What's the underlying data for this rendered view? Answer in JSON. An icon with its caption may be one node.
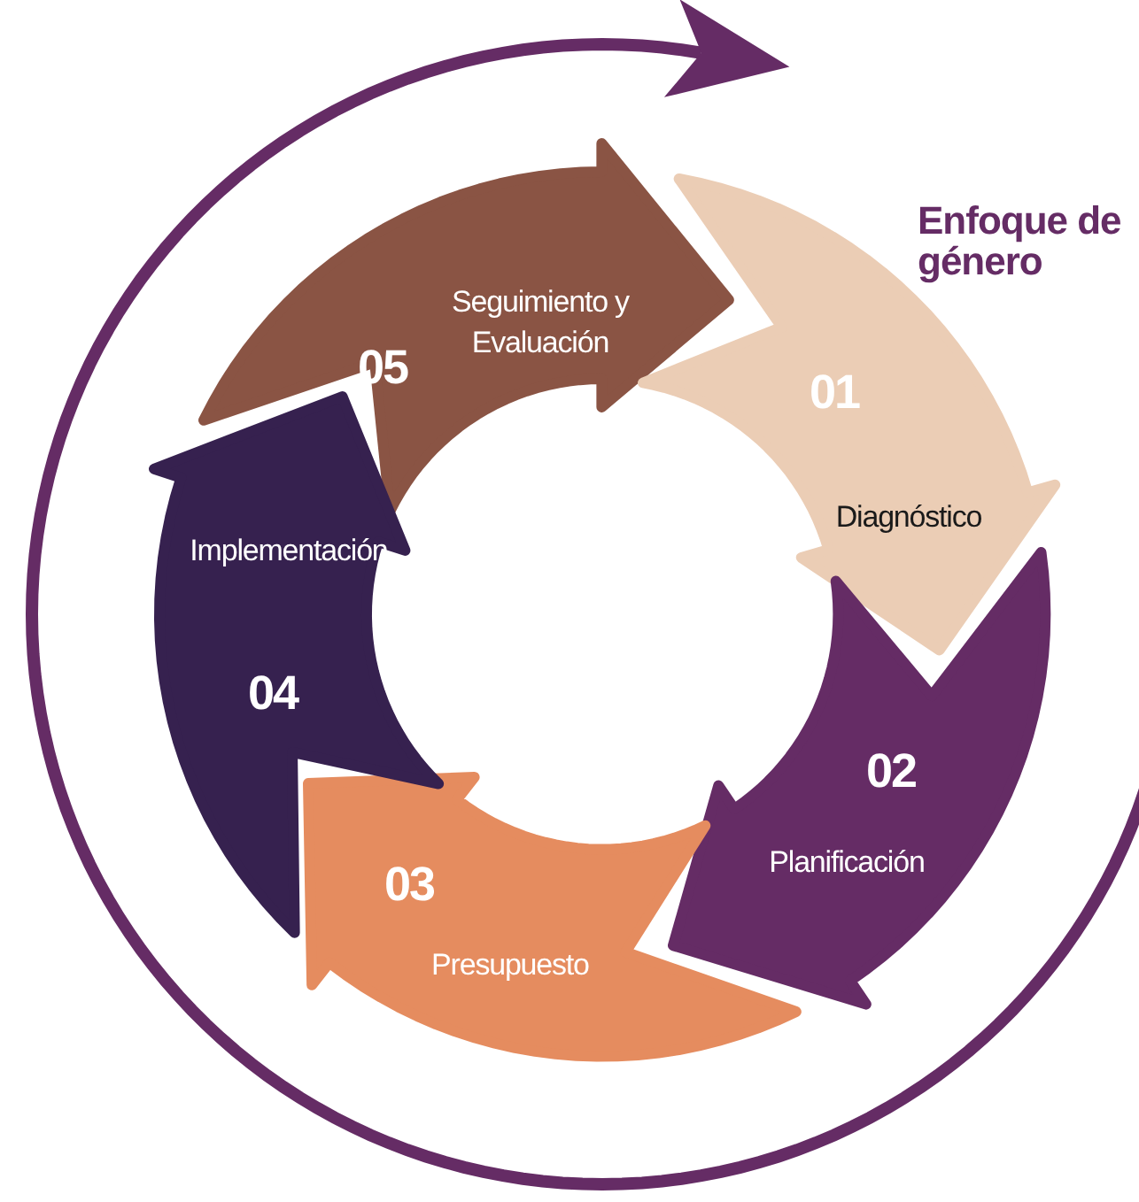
{
  "diagram": {
    "nodes": [
      {
        "text": [
          "05",
          "Seguimiento y Evaluación"
        ]
      },
      {
        "text": [
          "01",
          "Diagnóstico"
        ]
      },
      {
        "text": [
          "02",
          "Planificación"
        ]
      },
      {
        "text": [
          "03",
          "Presupuesto"
        ]
      },
      {
        "text": [
          "Implementación",
          "04"
        ]
      }
    ],
    "labels": [
      "Enfoque de género"
    ]
  }
}
